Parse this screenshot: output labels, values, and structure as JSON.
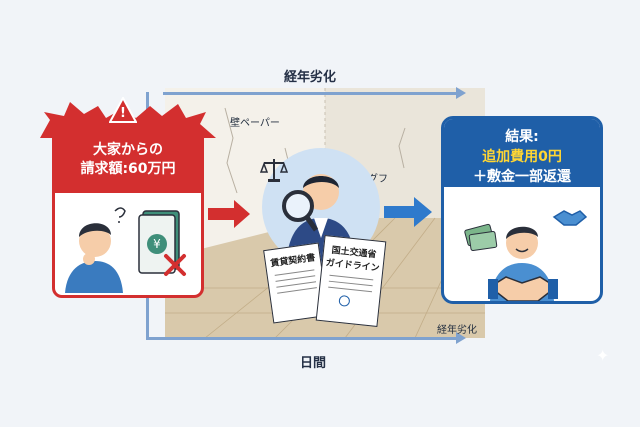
{
  "axes": {
    "top_label": "経年劣化",
    "bottom_label": "日間"
  },
  "room_labels": {
    "wallpaper": "壁ペーパー",
    "floor": "スグフ",
    "aging": "経年劣化"
  },
  "left_card": {
    "line1": "大家からの",
    "line2": "請求額:60万円",
    "warning_symbol": "!"
  },
  "right_card": {
    "line1": "結果:",
    "line2": "追加費用0円",
    "line3": "＋敷金一部返還"
  },
  "documents": {
    "contract": "賃貸契約書",
    "guideline_line1": "国土交通省",
    "guideline_line2": "ガイドライン"
  },
  "colors": {
    "red": "#d32f2f",
    "blue": "#1f5fa8",
    "highlight": "#ffd633"
  },
  "icons": [
    "warning-icon",
    "scales-icon",
    "magnifier-icon",
    "banknote-icon",
    "cross-icon",
    "handshake-icon",
    "arrow-right-icon"
  ]
}
